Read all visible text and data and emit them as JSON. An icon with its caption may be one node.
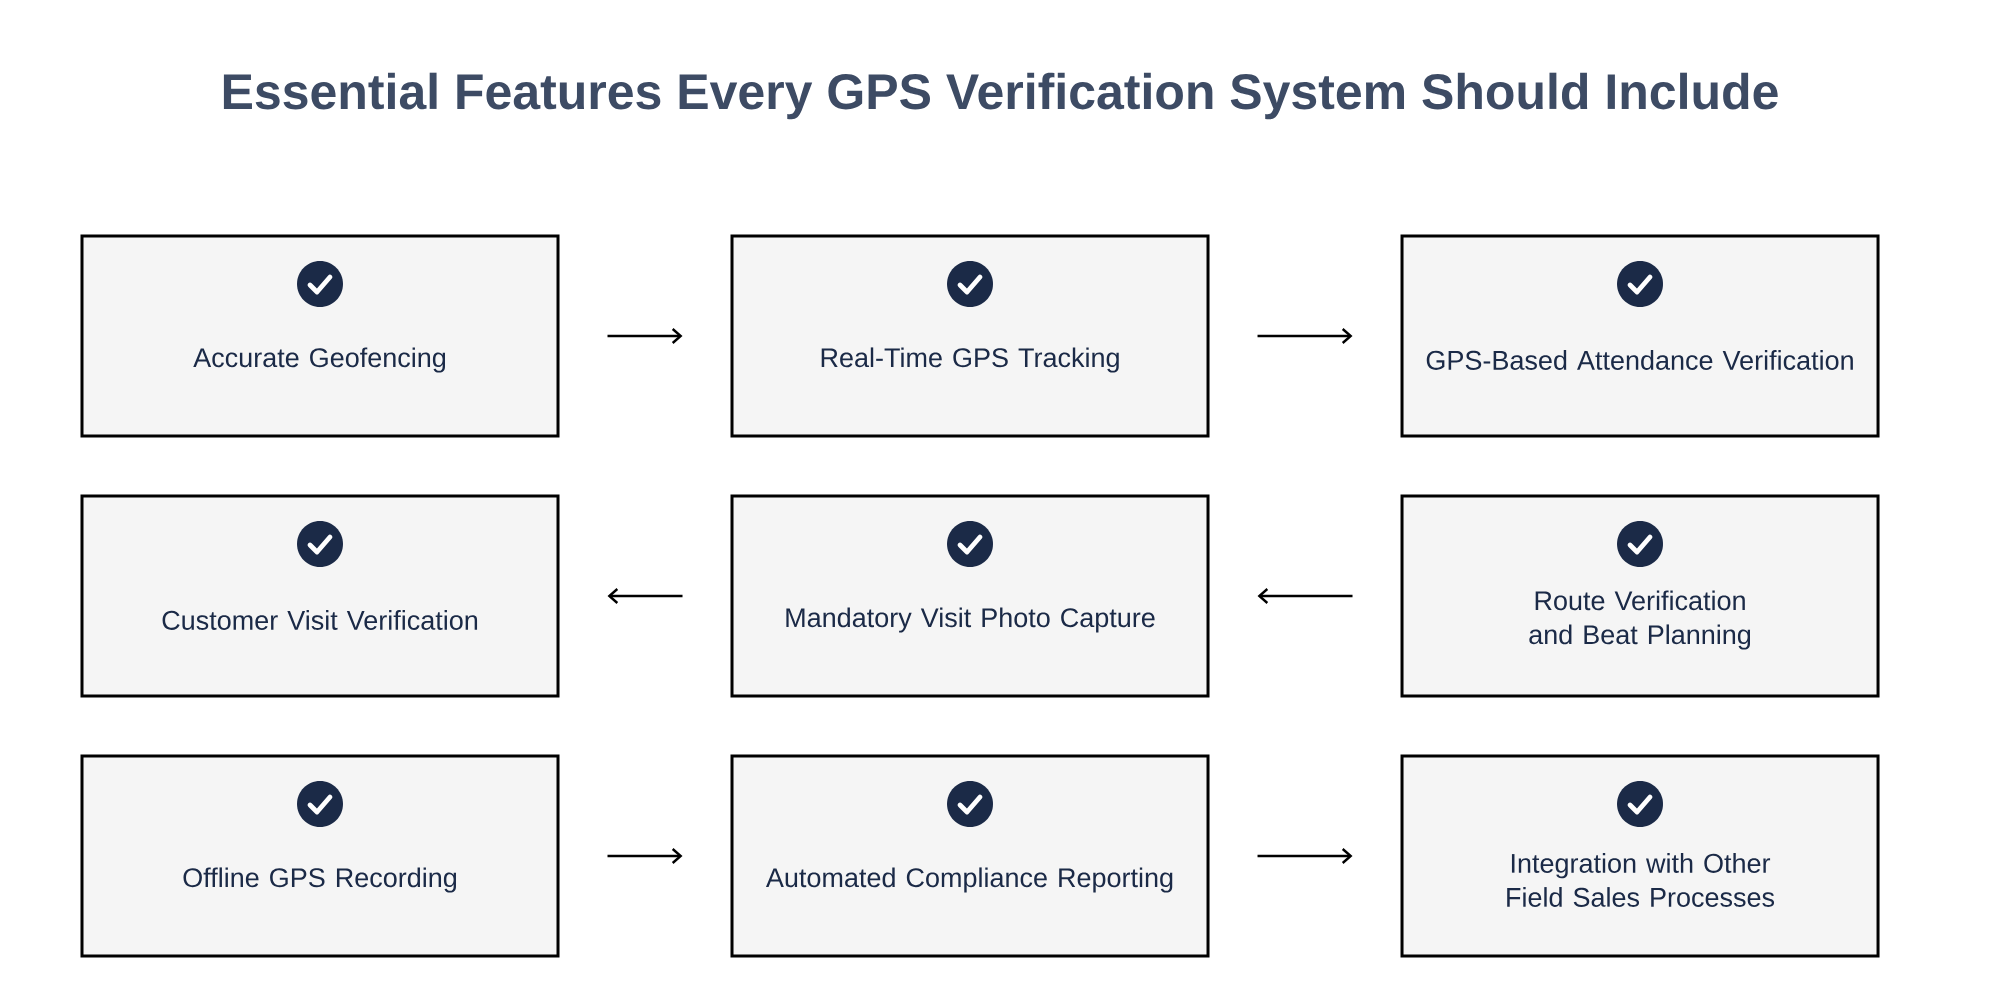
{
  "diagram": {
    "title": "Essential Features Every GPS Verification System Should Include",
    "nodes": [
      {
        "text": [
          "Accurate Geofencing"
        ]
      },
      {
        "text": [
          "Real-Time GPS Tracking"
        ]
      },
      {
        "text": [
          "GPS-Based Attendance Verification"
        ]
      },
      {
        "text": [
          "Customer Visit Verification"
        ]
      },
      {
        "text": [
          "Mandatory Visit Photo Capture"
        ]
      },
      {
        "text": [
          "Route Verification and Beat Planning"
        ]
      },
      {
        "text": [
          "Offline GPS Recording"
        ]
      },
      {
        "text": [
          "Automated Compliance Reporting"
        ]
      },
      {
        "text": [
          "Integration with Other Field Sales Processes"
        ]
      }
    ],
    "edges": [
      {
        "from": 0,
        "to": 1,
        "arrow": "to"
      },
      {
        "from": 1,
        "to": 2,
        "arrow": "to"
      },
      {
        "from": 5,
        "to": 4,
        "arrow": "to"
      },
      {
        "from": 4,
        "to": 3,
        "arrow": "to"
      },
      {
        "from": 6,
        "to": 7,
        "arrow": "to"
      },
      {
        "from": 7,
        "to": 8,
        "arrow": "to"
      }
    ]
  }
}
